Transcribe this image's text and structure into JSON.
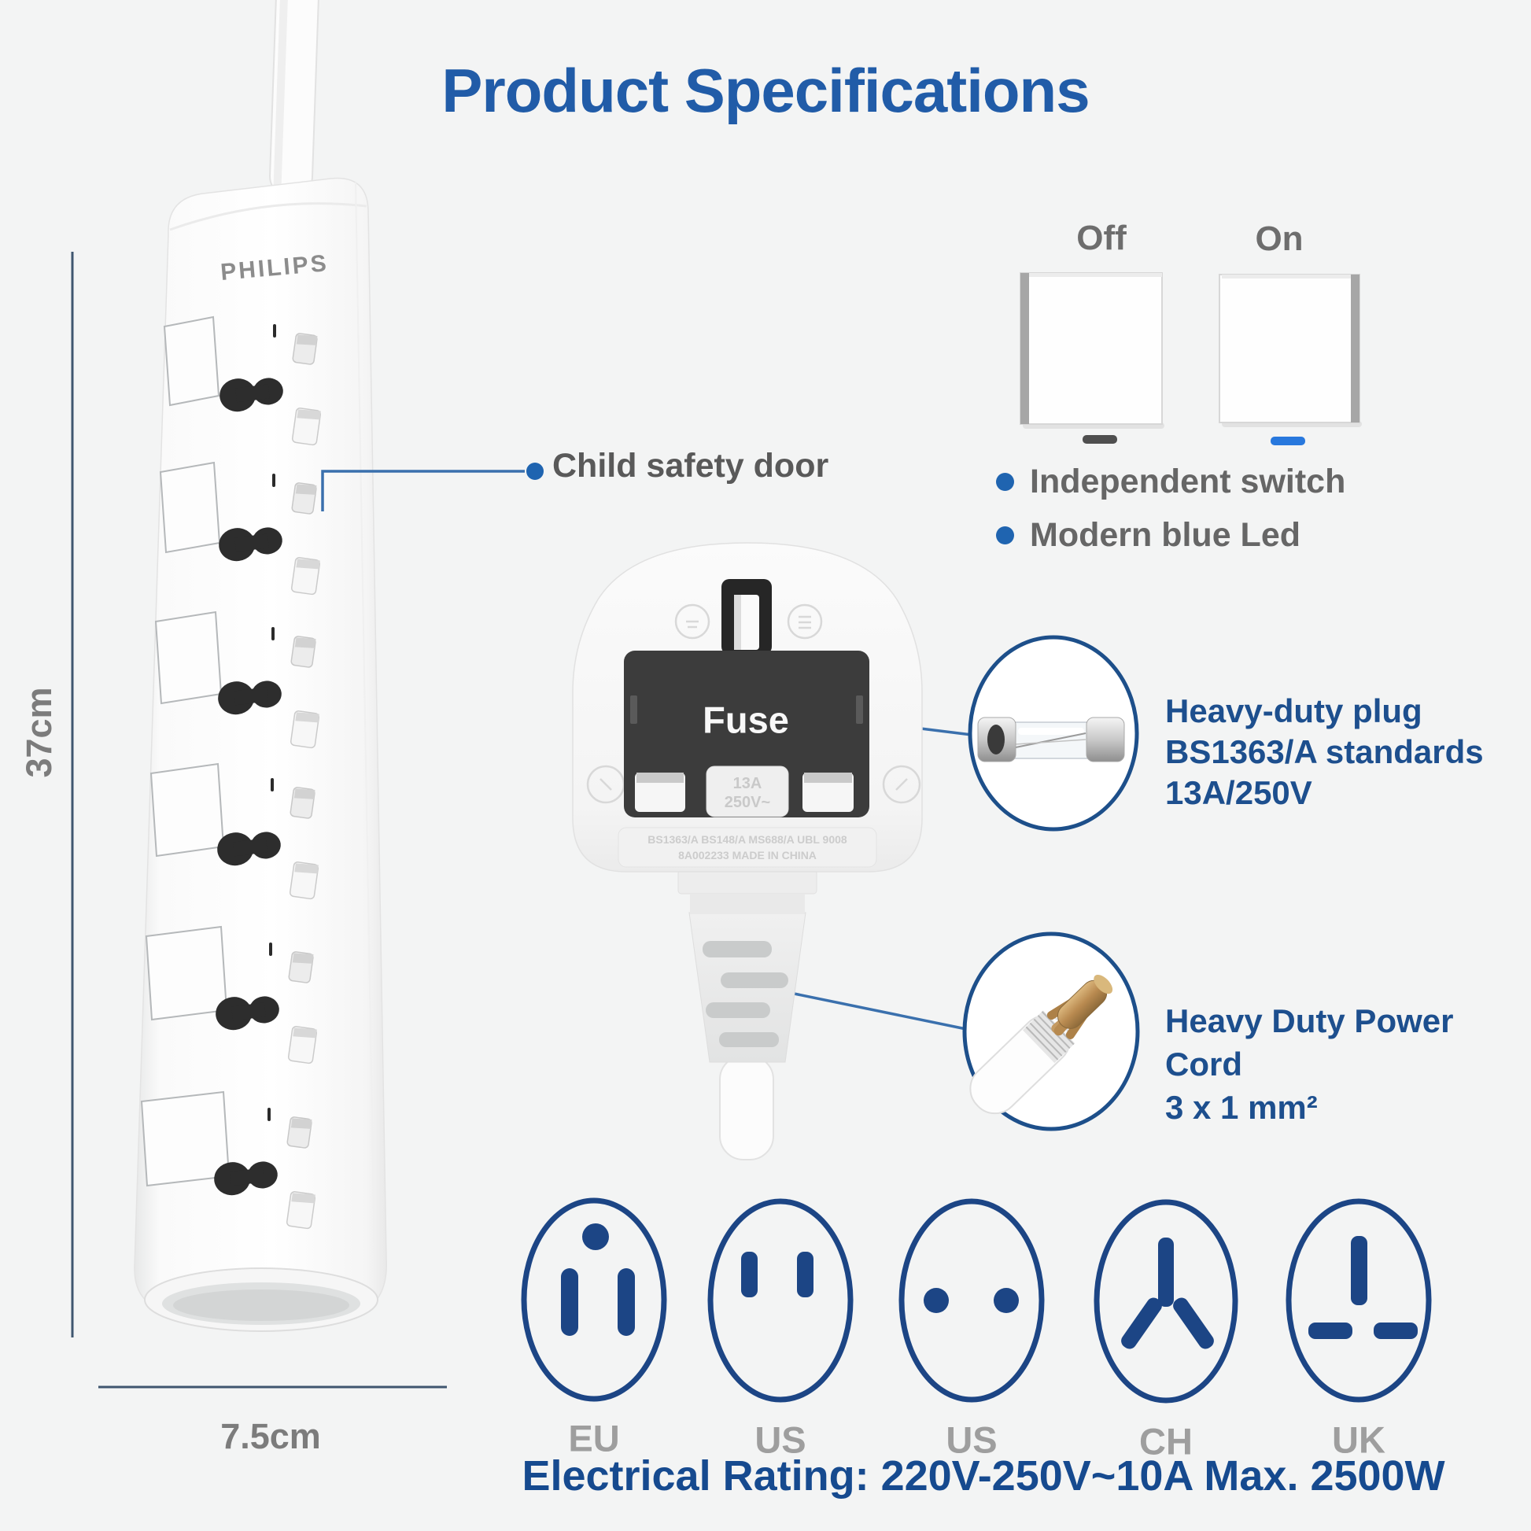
{
  "title": "Product Specifications",
  "colors": {
    "accent_blue": "#215ca8",
    "navy": "#1c4585",
    "callout_text_navy": "#1d4f8e",
    "leader_blue": "#3a70ad",
    "led_on_blue": "#2878dd",
    "gray_text": "#6d6d6d",
    "light_gray_text": "#9e9e9e",
    "background": "#f3f4f4"
  },
  "strip": {
    "brand": "PHILIPS",
    "height_label": "37cm",
    "width_label": "7.5cm"
  },
  "switch_demo": {
    "off_label": "Off",
    "on_label": "On",
    "features": [
      "Independent switch",
      "Modern blue Led"
    ]
  },
  "callouts": {
    "child_safety": "Child safety door",
    "fuse": {
      "lines": [
        "Heavy-duty plug",
        "BS1363/A standards",
        "13A/250V"
      ]
    },
    "cord": {
      "lines": [
        "Heavy Duty Power Cord",
        "3 x 1 mm²"
      ]
    }
  },
  "plug": {
    "fuse_label": "Fuse",
    "embossed_rating_top": "13A",
    "embossed_rating_bottom": "250V~",
    "embossed_line1": "BS1363/A BS148/A MS688/A UBL 9008",
    "embossed_line2": "8A002233 MADE IN CHINA"
  },
  "plug_types": [
    {
      "code": "EU"
    },
    {
      "code": "US"
    },
    {
      "code": "US"
    },
    {
      "code": "CH"
    },
    {
      "code": "UK"
    }
  ],
  "rating": "Electrical Rating: 220V-250V~10A Max. 2500W"
}
